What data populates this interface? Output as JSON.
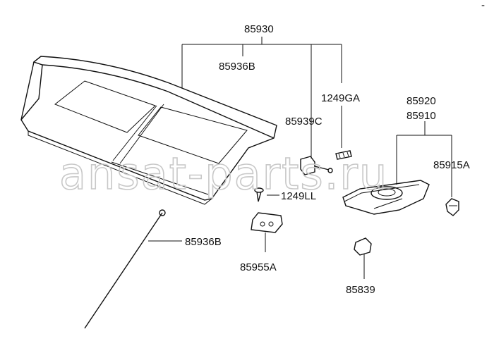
{
  "watermark": "ansat-parts.ru",
  "corner_mark": "-",
  "labels": {
    "p85930": "85930",
    "p85936B_top": "85936B",
    "p1249GA": "1249GA",
    "p85939C": "85939C",
    "p85920": "85920",
    "p85910": "85910",
    "p85915A": "85915A",
    "p1249LL": "1249LL",
    "p85936B_rod": "85936B",
    "p85955A": "85955A",
    "p85839": "85839"
  },
  "colors": {
    "ink": "#111111",
    "watermark": "#c8c8c8",
    "background": "#ffffff"
  }
}
